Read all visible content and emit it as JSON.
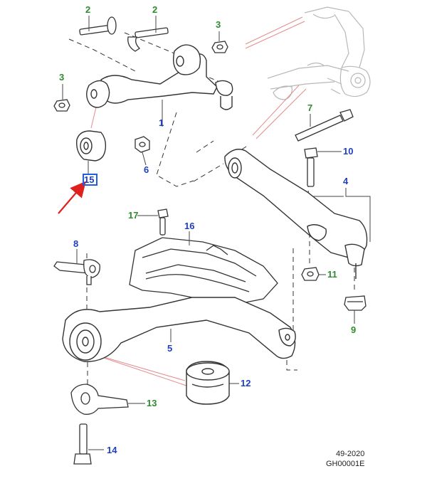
{
  "callouts": [
    {
      "id": "2a",
      "text": "2",
      "color": "#2e8b2e"
    },
    {
      "id": "2b",
      "text": "2",
      "color": "#2e8b2e"
    },
    {
      "id": "3a",
      "text": "3",
      "color": "#2e8b2e"
    },
    {
      "id": "3b",
      "text": "3",
      "color": "#2e8b2e"
    },
    {
      "id": "1",
      "text": "1",
      "color": "#1f3fbf"
    },
    {
      "id": "7",
      "text": "7",
      "color": "#2e8b2e"
    },
    {
      "id": "10",
      "text": "10",
      "color": "#1f3fbf"
    },
    {
      "id": "6",
      "text": "6",
      "color": "#1f3fbf"
    },
    {
      "id": "15",
      "text": "15",
      "color": "#1f3fbf"
    },
    {
      "id": "4",
      "text": "4",
      "color": "#1f3fbf"
    },
    {
      "id": "17",
      "text": "17",
      "color": "#2e8b2e"
    },
    {
      "id": "16",
      "text": "16",
      "color": "#1f3fbf"
    },
    {
      "id": "8",
      "text": "8",
      "color": "#1f3fbf"
    },
    {
      "id": "11",
      "text": "11",
      "color": "#2e8b2e"
    },
    {
      "id": "9",
      "text": "9",
      "color": "#2e8b2e"
    },
    {
      "id": "5",
      "text": "5",
      "color": "#1f3fbf"
    },
    {
      "id": "12",
      "text": "12",
      "color": "#1f3fbf"
    },
    {
      "id": "13",
      "text": "13",
      "color": "#2e8b2e"
    },
    {
      "id": "14",
      "text": "14",
      "color": "#1f3fbf"
    }
  ],
  "highlight": {
    "callout": "15",
    "box_color": "#1f5fe0",
    "arrow_color": "#e0201c"
  },
  "footer": {
    "date": "49-2020",
    "code": "GH00001E"
  },
  "colors": {
    "leader_dashed": "#333333",
    "pink_leader": "#e58a8a",
    "part_stroke": "#333333",
    "ghost_stroke": "#b8b8b8"
  }
}
